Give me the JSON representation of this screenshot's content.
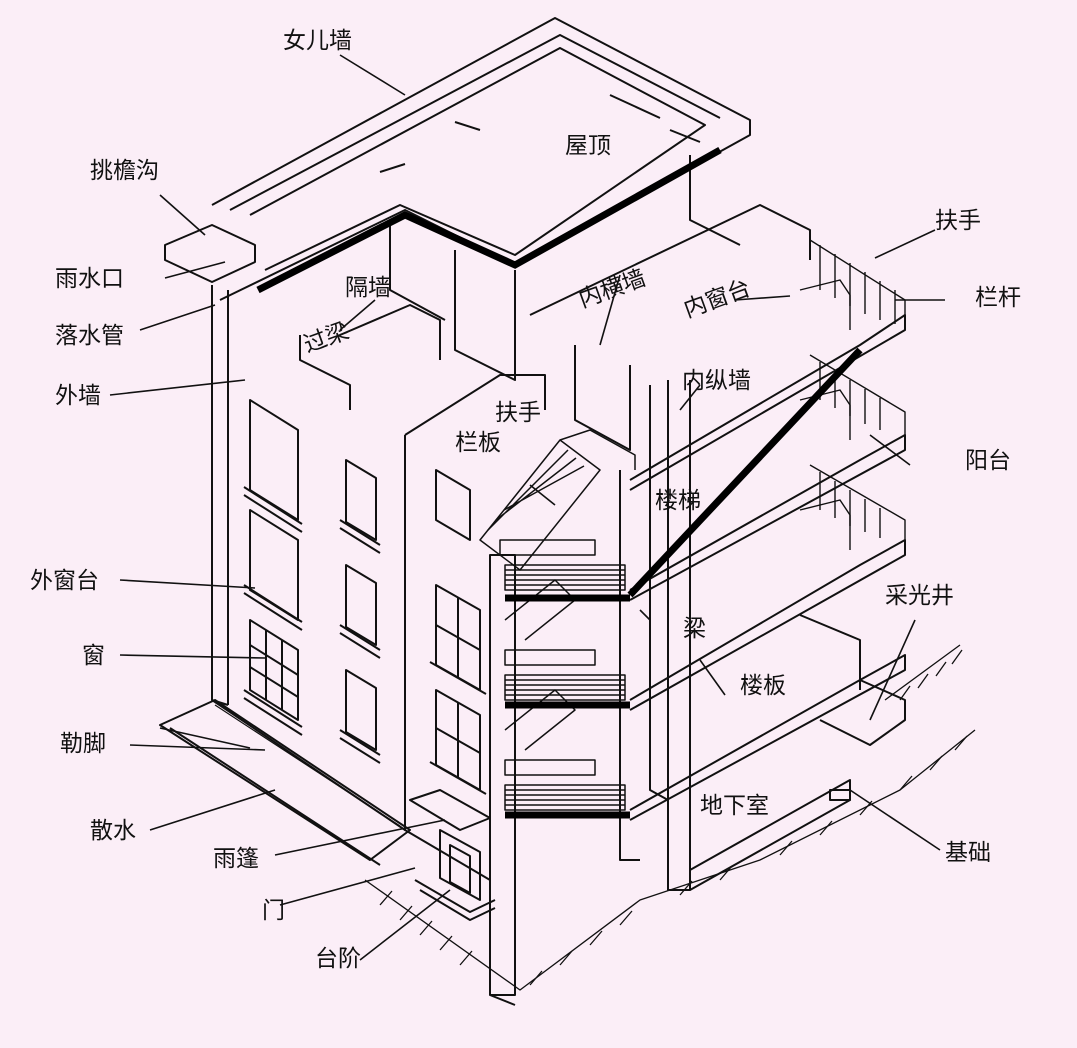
{
  "labels": {
    "nverqiang": "女儿墙",
    "wuding": "屋顶",
    "tiaoyangou": "挑檐沟",
    "yushuikou": "雨水口",
    "luoshuiguan": "落水管",
    "waiqiang": "外墙",
    "geqiang": "隔墙",
    "guoliang": "过梁",
    "neihengqiang": "内横墙",
    "neichuangtai": "内窗台",
    "fushou_top": "扶手",
    "langan": "栏杆",
    "neizongqiang": "内纵墙",
    "fushou_stair": "扶手",
    "lanban": "栏板",
    "yangtai": "阳台",
    "louti": "楼梯",
    "waichuangtai": "外窗台",
    "chuang": "窗",
    "liang": "梁",
    "caiguangjing": "采光井",
    "louban": "楼板",
    "lejiao": "勒脚",
    "dixiashi": "地下室",
    "sanshui": "散水",
    "yupeng": "雨篷",
    "jichu": "基础",
    "men": "门",
    "taijie": "台阶"
  }
}
